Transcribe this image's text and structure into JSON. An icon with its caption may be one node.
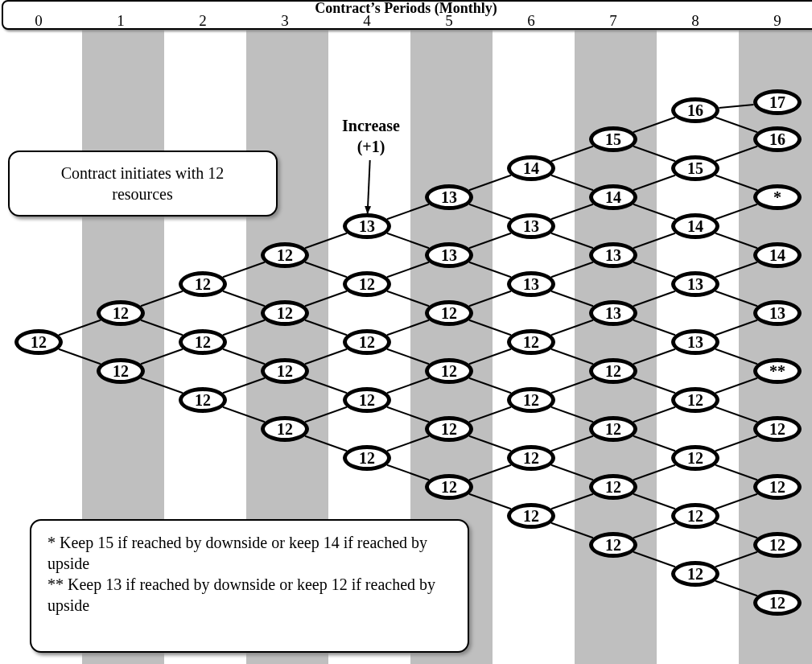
{
  "diagram": {
    "title": "Contract’s Periods (Monthly)",
    "nodes": [
      {
        "text": [
          "12"
        ]
      },
      {
        "text": [
          "12"
        ]
      },
      {
        "text": [
          "12"
        ]
      },
      {
        "text": [
          "12"
        ]
      },
      {
        "text": [
          "12"
        ]
      },
      {
        "text": [
          "12"
        ]
      },
      {
        "text": [
          "12"
        ]
      },
      {
        "text": [
          "12"
        ]
      },
      {
        "text": [
          "12"
        ]
      },
      {
        "text": [
          "12"
        ]
      },
      {
        "text": [
          "13"
        ]
      },
      {
        "text": [
          "12"
        ]
      },
      {
        "text": [
          "12"
        ]
      },
      {
        "text": [
          "12"
        ]
      },
      {
        "text": [
          "12"
        ]
      },
      {
        "text": [
          "13"
        ]
      },
      {
        "text": [
          "13"
        ]
      },
      {
        "text": [
          "12"
        ]
      },
      {
        "text": [
          "12"
        ]
      },
      {
        "text": [
          "12"
        ]
      },
      {
        "text": [
          "12"
        ]
      },
      {
        "text": [
          "14"
        ]
      },
      {
        "text": [
          "13"
        ]
      },
      {
        "text": [
          "13"
        ]
      },
      {
        "text": [
          "12"
        ]
      },
      {
        "text": [
          "12"
        ]
      },
      {
        "text": [
          "12"
        ]
      },
      {
        "text": [
          "12"
        ]
      },
      {
        "text": [
          "15"
        ]
      },
      {
        "text": [
          "14"
        ]
      },
      {
        "text": [
          "13"
        ]
      },
      {
        "text": [
          "13"
        ]
      },
      {
        "text": [
          "12"
        ]
      },
      {
        "text": [
          "12"
        ]
      },
      {
        "text": [
          "12"
        ]
      },
      {
        "text": [
          "12"
        ]
      },
      {
        "text": [
          "16"
        ]
      },
      {
        "text": [
          "15"
        ]
      },
      {
        "text": [
          "14"
        ]
      },
      {
        "text": [
          "13"
        ]
      },
      {
        "text": [
          "13"
        ]
      },
      {
        "text": [
          "12"
        ]
      },
      {
        "text": [
          "12"
        ]
      },
      {
        "text": [
          "12"
        ]
      },
      {
        "text": [
          "12"
        ]
      },
      {
        "text": [
          "17"
        ]
      },
      {
        "text": [
          "16"
        ]
      },
      {
        "text": [
          "*"
        ]
      },
      {
        "text": [
          "14"
        ]
      },
      {
        "text": [
          "13"
        ]
      },
      {
        "text": [
          "**"
        ]
      },
      {
        "text": [
          "12"
        ]
      },
      {
        "text": [
          "12"
        ]
      },
      {
        "text": [
          "12"
        ]
      },
      {
        "text": [
          "12"
        ]
      },
      {
        "text": [
          "Contract initiates with 12 resources"
        ]
      },
      {
        "text": [
          "Increase (+1)"
        ]
      },
      {
        "text": [
          "* Keep 15 if reached by downside or keep 14 if reached by upside",
          "** Keep 13 if reached by downside or keep 12 if reached by upside"
        ]
      }
    ],
    "edges": [
      {
        "from": 0,
        "to": 1,
        "arrow": "none"
      },
      {
        "from": 0,
        "to": 2,
        "arrow": "none"
      },
      {
        "from": 1,
        "to": 3,
        "arrow": "none"
      },
      {
        "from": 1,
        "to": 4,
        "arrow": "none"
      },
      {
        "from": 2,
        "to": 4,
        "arrow": "none"
      },
      {
        "from": 2,
        "to": 5,
        "arrow": "none"
      },
      {
        "from": 3,
        "to": 6,
        "arrow": "none"
      },
      {
        "from": 3,
        "to": 7,
        "arrow": "none"
      },
      {
        "from": 4,
        "to": 7,
        "arrow": "none"
      },
      {
        "from": 4,
        "to": 8,
        "arrow": "none"
      },
      {
        "from": 5,
        "to": 8,
        "arrow": "none"
      },
      {
        "from": 5,
        "to": 9,
        "arrow": "none"
      },
      {
        "from": 6,
        "to": 10,
        "arrow": "none"
      },
      {
        "from": 6,
        "to": 11,
        "arrow": "none"
      },
      {
        "from": 7,
        "to": 11,
        "arrow": "none"
      },
      {
        "from": 7,
        "to": 12,
        "arrow": "none"
      },
      {
        "from": 8,
        "to": 12,
        "arrow": "none"
      },
      {
        "from": 8,
        "to": 13,
        "arrow": "none"
      },
      {
        "from": 9,
        "to": 13,
        "arrow": "none"
      },
      {
        "from": 9,
        "to": 14,
        "arrow": "none"
      },
      {
        "from": 10,
        "to": 15,
        "arrow": "none"
      },
      {
        "from": 10,
        "to": 16,
        "arrow": "none"
      },
      {
        "from": 11,
        "to": 16,
        "arrow": "none"
      },
      {
        "from": 11,
        "to": 17,
        "arrow": "none"
      },
      {
        "from": 12,
        "to": 17,
        "arrow": "none"
      },
      {
        "from": 12,
        "to": 18,
        "arrow": "none"
      },
      {
        "from": 13,
        "to": 18,
        "arrow": "none"
      },
      {
        "from": 13,
        "to": 19,
        "arrow": "none"
      },
      {
        "from": 14,
        "to": 19,
        "arrow": "none"
      },
      {
        "from": 14,
        "to": 20,
        "arrow": "none"
      },
      {
        "from": 15,
        "to": 21,
        "arrow": "none"
      },
      {
        "from": 15,
        "to": 22,
        "arrow": "none"
      },
      {
        "from": 16,
        "to": 22,
        "arrow": "none"
      },
      {
        "from": 16,
        "to": 23,
        "arrow": "none"
      },
      {
        "from": 17,
        "to": 23,
        "arrow": "none"
      },
      {
        "from": 17,
        "to": 24,
        "arrow": "none"
      },
      {
        "from": 18,
        "to": 24,
        "arrow": "none"
      },
      {
        "from": 18,
        "to": 25,
        "arrow": "none"
      },
      {
        "from": 19,
        "to": 25,
        "arrow": "none"
      },
      {
        "from": 19,
        "to": 26,
        "arrow": "none"
      },
      {
        "from": 20,
        "to": 26,
        "arrow": "none"
      },
      {
        "from": 20,
        "to": 27,
        "arrow": "none"
      },
      {
        "from": 21,
        "to": 28,
        "arrow": "none"
      },
      {
        "from": 21,
        "to": 29,
        "arrow": "none"
      },
      {
        "from": 22,
        "to": 29,
        "arrow": "none"
      },
      {
        "from": 22,
        "to": 30,
        "arrow": "none"
      },
      {
        "from": 23,
        "to": 30,
        "arrow": "none"
      },
      {
        "from": 23,
        "to": 31,
        "arrow": "none"
      },
      {
        "from": 24,
        "to": 31,
        "arrow": "none"
      },
      {
        "from": 24,
        "to": 32,
        "arrow": "none"
      },
      {
        "from": 25,
        "to": 32,
        "arrow": "none"
      },
      {
        "from": 25,
        "to": 33,
        "arrow": "none"
      },
      {
        "from": 26,
        "to": 33,
        "arrow": "none"
      },
      {
        "from": 26,
        "to": 34,
        "arrow": "none"
      },
      {
        "from": 27,
        "to": 34,
        "arrow": "none"
      },
      {
        "from": 27,
        "to": 35,
        "arrow": "none"
      },
      {
        "from": 28,
        "to": 36,
        "arrow": "none"
      },
      {
        "from": 28,
        "to": 37,
        "arrow": "none"
      },
      {
        "from": 29,
        "to": 37,
        "arrow": "none"
      },
      {
        "from": 29,
        "to": 38,
        "arrow": "none"
      },
      {
        "from": 30,
        "to": 38,
        "arrow": "none"
      },
      {
        "from": 30,
        "to": 39,
        "arrow": "none"
      },
      {
        "from": 31,
        "to": 39,
        "arrow": "none"
      },
      {
        "from": 31,
        "to": 40,
        "arrow": "none"
      },
      {
        "from": 32,
        "to": 40,
        "arrow": "none"
      },
      {
        "from": 32,
        "to": 41,
        "arrow": "none"
      },
      {
        "from": 33,
        "to": 41,
        "arrow": "none"
      },
      {
        "from": 33,
        "to": 42,
        "arrow": "none"
      },
      {
        "from": 34,
        "to": 42,
        "arrow": "none"
      },
      {
        "from": 34,
        "to": 43,
        "arrow": "none"
      },
      {
        "from": 35,
        "to": 43,
        "arrow": "none"
      },
      {
        "from": 35,
        "to": 44,
        "arrow": "none"
      },
      {
        "from": 36,
        "to": 45,
        "arrow": "none"
      },
      {
        "from": 36,
        "to": 46,
        "arrow": "none"
      },
      {
        "from": 37,
        "to": 46,
        "arrow": "none"
      },
      {
        "from": 37,
        "to": 47,
        "arrow": "none"
      },
      {
        "from": 38,
        "to": 47,
        "arrow": "none"
      },
      {
        "from": 38,
        "to": 48,
        "arrow": "none"
      },
      {
        "from": 39,
        "to": 48,
        "arrow": "none"
      },
      {
        "from": 39,
        "to": 49,
        "arrow": "none"
      },
      {
        "from": 40,
        "to": 49,
        "arrow": "none"
      },
      {
        "from": 40,
        "to": 50,
        "arrow": "none"
      },
      {
        "from": 41,
        "to": 50,
        "arrow": "none"
      },
      {
        "from": 41,
        "to": 51,
        "arrow": "none"
      },
      {
        "from": 42,
        "to": 51,
        "arrow": "none"
      },
      {
        "from": 42,
        "to": 52,
        "arrow": "none"
      },
      {
        "from": 43,
        "to": 52,
        "arrow": "none"
      },
      {
        "from": 43,
        "to": 53,
        "arrow": "none"
      },
      {
        "from": 44,
        "to": 53,
        "arrow": "none"
      },
      {
        "from": 44,
        "to": 54,
        "arrow": "none"
      },
      {
        "from": 56,
        "to": 10,
        "arrow": "to"
      }
    ],
    "labels": [
      "0",
      "1",
      "2",
      "3",
      "4",
      "5",
      "6",
      "7",
      "8",
      "9"
    ]
  }
}
